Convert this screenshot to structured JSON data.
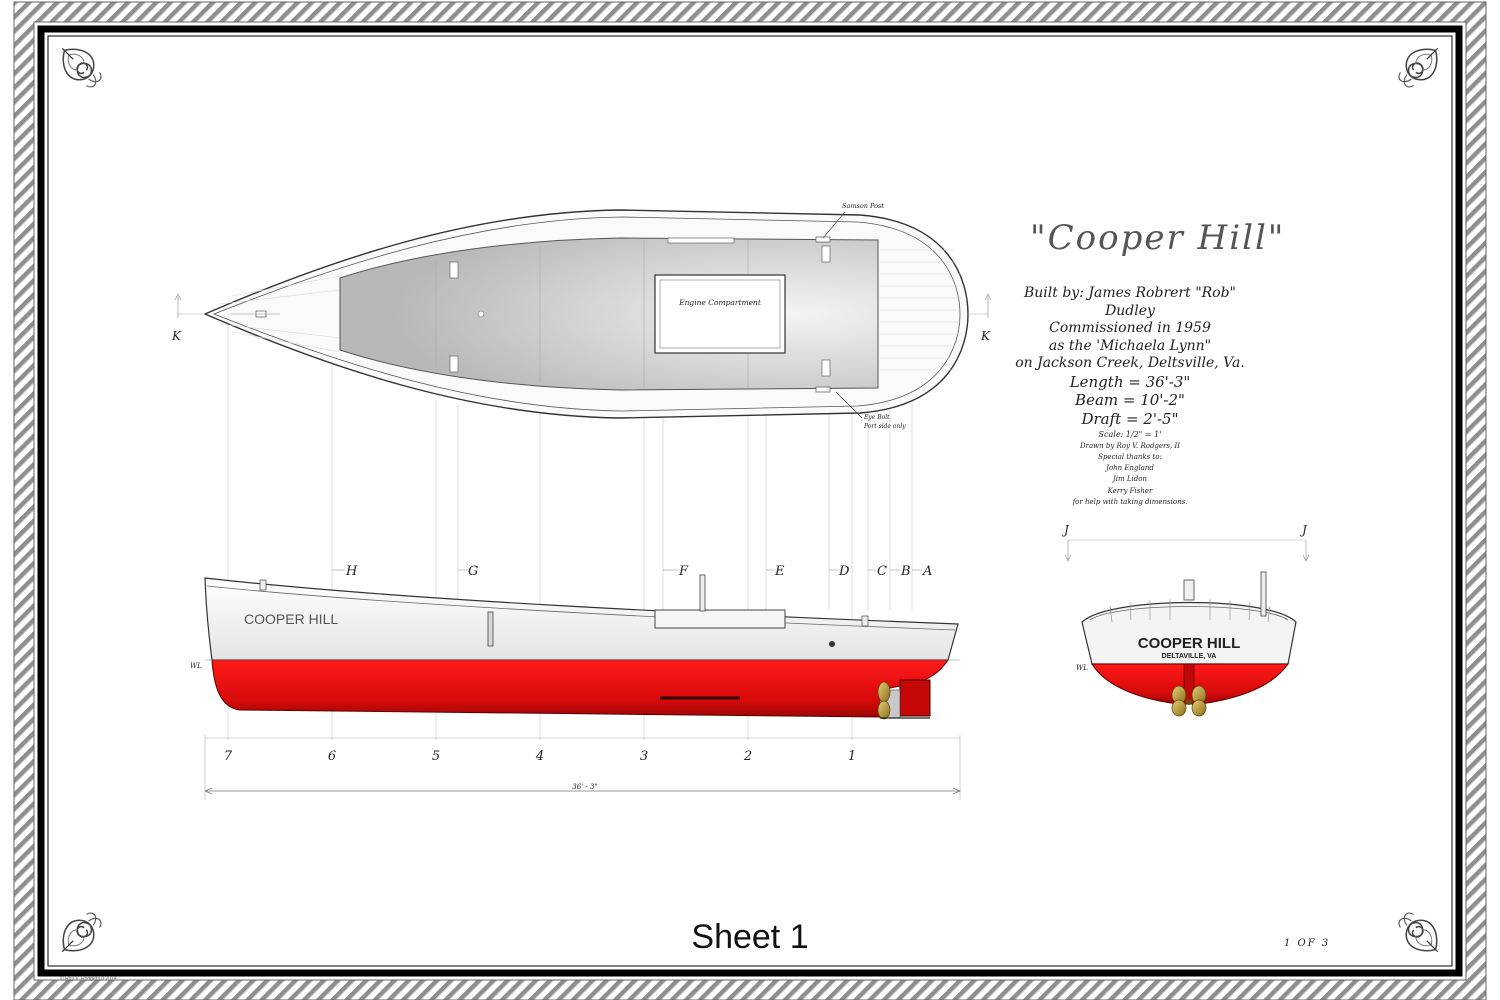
{
  "title": "\"Cooper Hill\"",
  "info_lines": [
    {
      "text": "Built by: James Robrert \"Rob\" Dudley",
      "size": "l"
    },
    {
      "text": "Commissioned in 1959",
      "size": "l"
    },
    {
      "text": "as the 'Michaela Lynn\"",
      "size": "l"
    },
    {
      "text": "on Jackson Creek, Deltsville, Va.",
      "size": "l"
    },
    {
      "text": "Length = 36'-3\"",
      "size": "m"
    },
    {
      "text": "Beam = 10'-2\"",
      "size": "m"
    },
    {
      "text": "Draft = 2'-5\"",
      "size": "m"
    },
    {
      "text": "Scale: 1/2\" = 1'",
      "size": "s"
    },
    {
      "text": "Drawn by Roy V. Rodgers, II",
      "size": "xs"
    },
    {
      "text": "Special thanks to:",
      "size": "xs"
    },
    {
      "text": "John England",
      "size": "xs"
    },
    {
      "text": "Jim Lidon",
      "size": "xs"
    },
    {
      "text": "Kerry Fisher",
      "size": "xs"
    },
    {
      "text": "for help with taking dimensions.",
      "size": "xs"
    }
  ],
  "plan_view": {
    "engine_label": "Engine Compartment",
    "samson_label": "Samson Post",
    "eyebolt_label": "Eye Bolt",
    "eyebolt_sub": "Port side only",
    "section_mark": "K"
  },
  "profile_view": {
    "hull_name": "COOPER HILL",
    "wl_label": "WL",
    "station_letters": [
      "H",
      "G",
      "F",
      "E",
      "D",
      "C",
      "B",
      "A"
    ],
    "station_numbers": [
      "7",
      "6",
      "5",
      "4",
      "3",
      "2",
      "1"
    ],
    "overall_dim": "36' - 3\""
  },
  "stern_view": {
    "section_mark": "J",
    "hull_name": "COOPER HILL",
    "home_port": "DELTAVILLE, VA",
    "wl_label": "WL"
  },
  "sheet_label": "Sheet 1",
  "sheet_count": "1 OF 3",
  "copyright": "© Roy V. Rodgers II 2014",
  "colors": {
    "bottom_paint": "#e01010",
    "topsides": "#f2f2f2",
    "frame_dark": "#000000",
    "rope": "#9a9a9a",
    "bronze": "#b8962a"
  }
}
